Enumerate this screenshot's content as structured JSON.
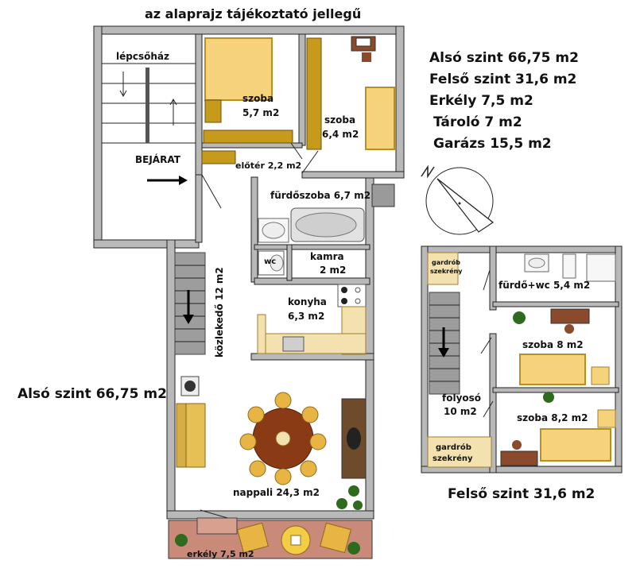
{
  "header": {
    "title": "az alaprajz tájékoztató jellegű"
  },
  "summary": [
    "Alsó szint 66,75 m2",
    "Felső szint 31,6 m2",
    "Erkély 7,5 m2",
    "Tároló 7 m2",
    "Garázs 15,5 m2"
  ],
  "lower_floor": {
    "caption": "Alsó szint 66,75 m2",
    "entrance": "BEJÁRAT",
    "rooms": {
      "stairwell": "lépcsőház",
      "room1_name": "szoba",
      "room1_area": "5,7 m2",
      "room2_name": "szoba",
      "room2_area": "6,4 m2",
      "hall": "előtér 2,2 m2",
      "bathroom": "fürdőszoba 6,7 m2",
      "corridor": "közlekedő 12 m2",
      "wc": "wc",
      "pantry_name": "kamra",
      "pantry_area": "2 m2",
      "kitchen_name": "konyha",
      "kitchen_area": "6,3 m2",
      "living": "nappali 24,3 m2",
      "balcony": "erkély 7,5 m2"
    }
  },
  "upper_floor": {
    "caption": "Felső szint 31,6 m2",
    "rooms": {
      "wardrobe_top_1": "gardrób",
      "wardrobe_top_2": "szekrény",
      "bath_wc": "fürdő+wc 5,4 m2",
      "room1": "szoba 8 m2",
      "hallway_name": "folyosó",
      "hallway_area": "10 m2",
      "room2": "szoba 8,2 m2",
      "wardrobe_bottom_1": "gardrób",
      "wardrobe_bottom_2": "szekrény"
    }
  },
  "colors": {
    "wall": "#b9b9b9",
    "furniture_wood": "#c69a1a",
    "bed_fill": "#f6d27a",
    "stairs": "#9d9d9d",
    "balcony_floor": "#c98a7a"
  }
}
